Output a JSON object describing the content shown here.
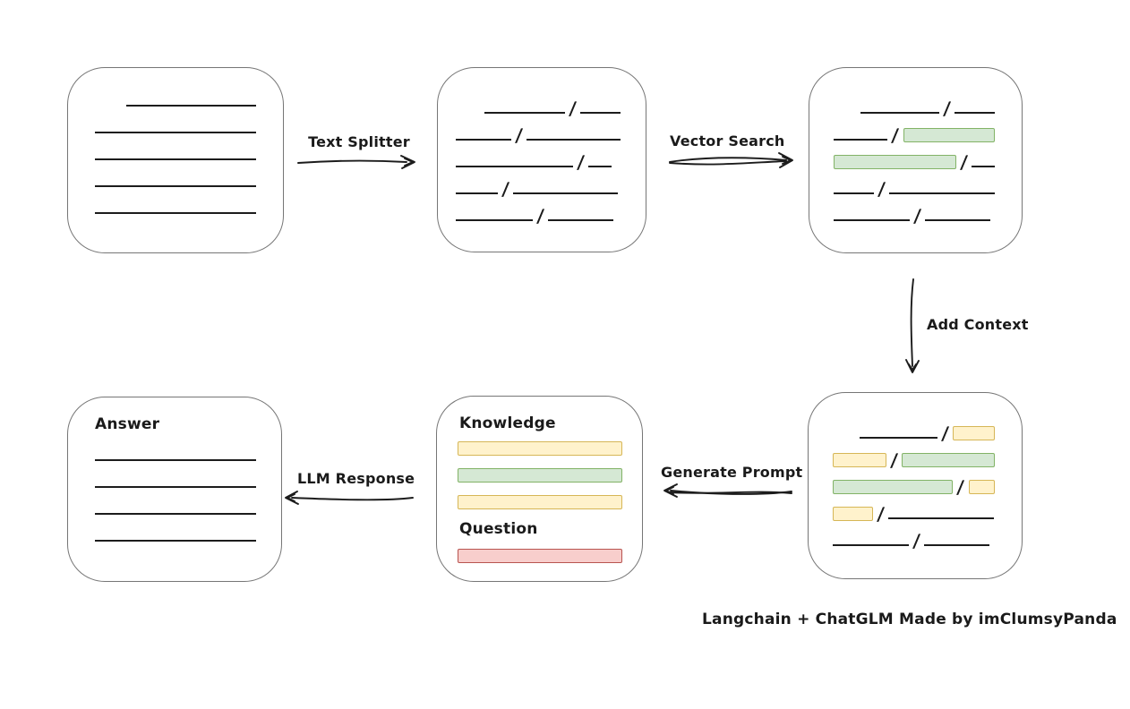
{
  "diagram": {
    "caption": "Langchain + ChatGLM Made by imClumsyPanda",
    "slash": "/",
    "arrows": {
      "text_splitter": {
        "label": "Text Splitter",
        "direction": "right"
      },
      "vector_search": {
        "label": "Vector Search",
        "direction": "right"
      },
      "add_context": {
        "label": "Add Context",
        "direction": "down"
      },
      "generate_prompt": {
        "label": "Generate Prompt",
        "direction": "left"
      },
      "llm_response": {
        "label": "LLM Response",
        "direction": "left"
      }
    },
    "prompt_box": {
      "knowledge_label": "Knowledge",
      "question_label": "Question"
    },
    "answer_box": {
      "label": "Answer"
    },
    "colors": {
      "matched_chunk_fill": "#d5e8d4",
      "matched_chunk_border": "#82b366",
      "context_chunk_fill": "#fff2cc",
      "context_chunk_border": "#d6b656",
      "question_fill": "#f8cecc",
      "question_border": "#b85450",
      "box_border": "#767676",
      "ink": "#1c1c1c"
    }
  }
}
